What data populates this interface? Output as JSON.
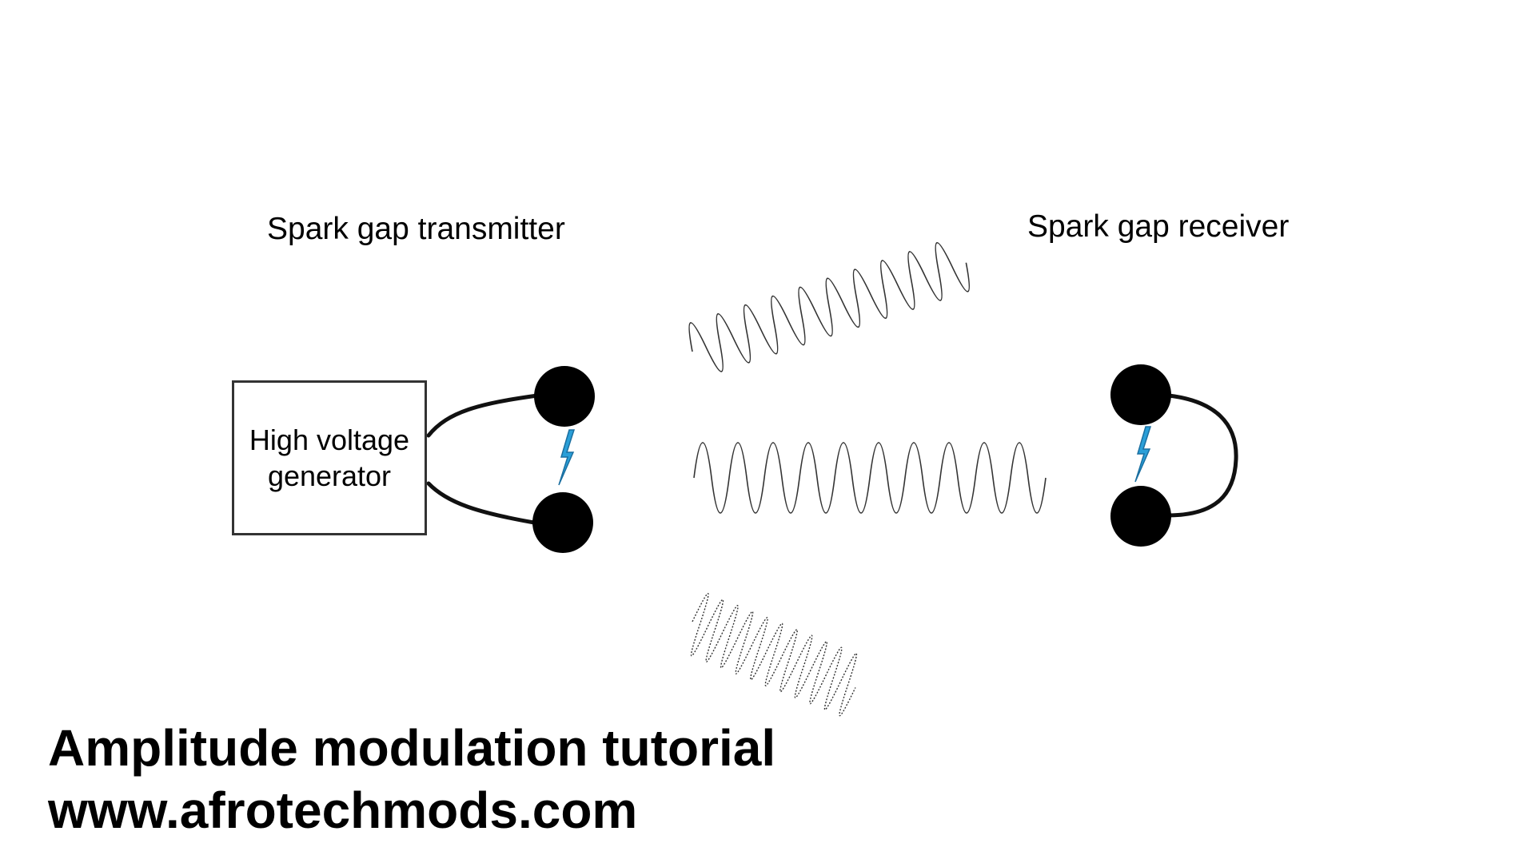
{
  "diagram": {
    "transmitter": {
      "title": "Spark gap transmitter",
      "generator_label": "High voltage generator"
    },
    "receiver": {
      "title": "Spark gap receiver"
    },
    "waves": [
      {
        "name": "radio-wave",
        "cycles": 11
      },
      {
        "name": "radio-wave",
        "cycles": 11
      },
      {
        "name": "radio-wave",
        "cycles": 11
      }
    ],
    "colors": {
      "spark": "#2a9fd8",
      "electrode": "#000000",
      "wire": "#111111",
      "wave": "#333333"
    }
  },
  "footer": {
    "title": "Amplitude modulation tutorial",
    "url": "www.afrotechmods.com"
  }
}
